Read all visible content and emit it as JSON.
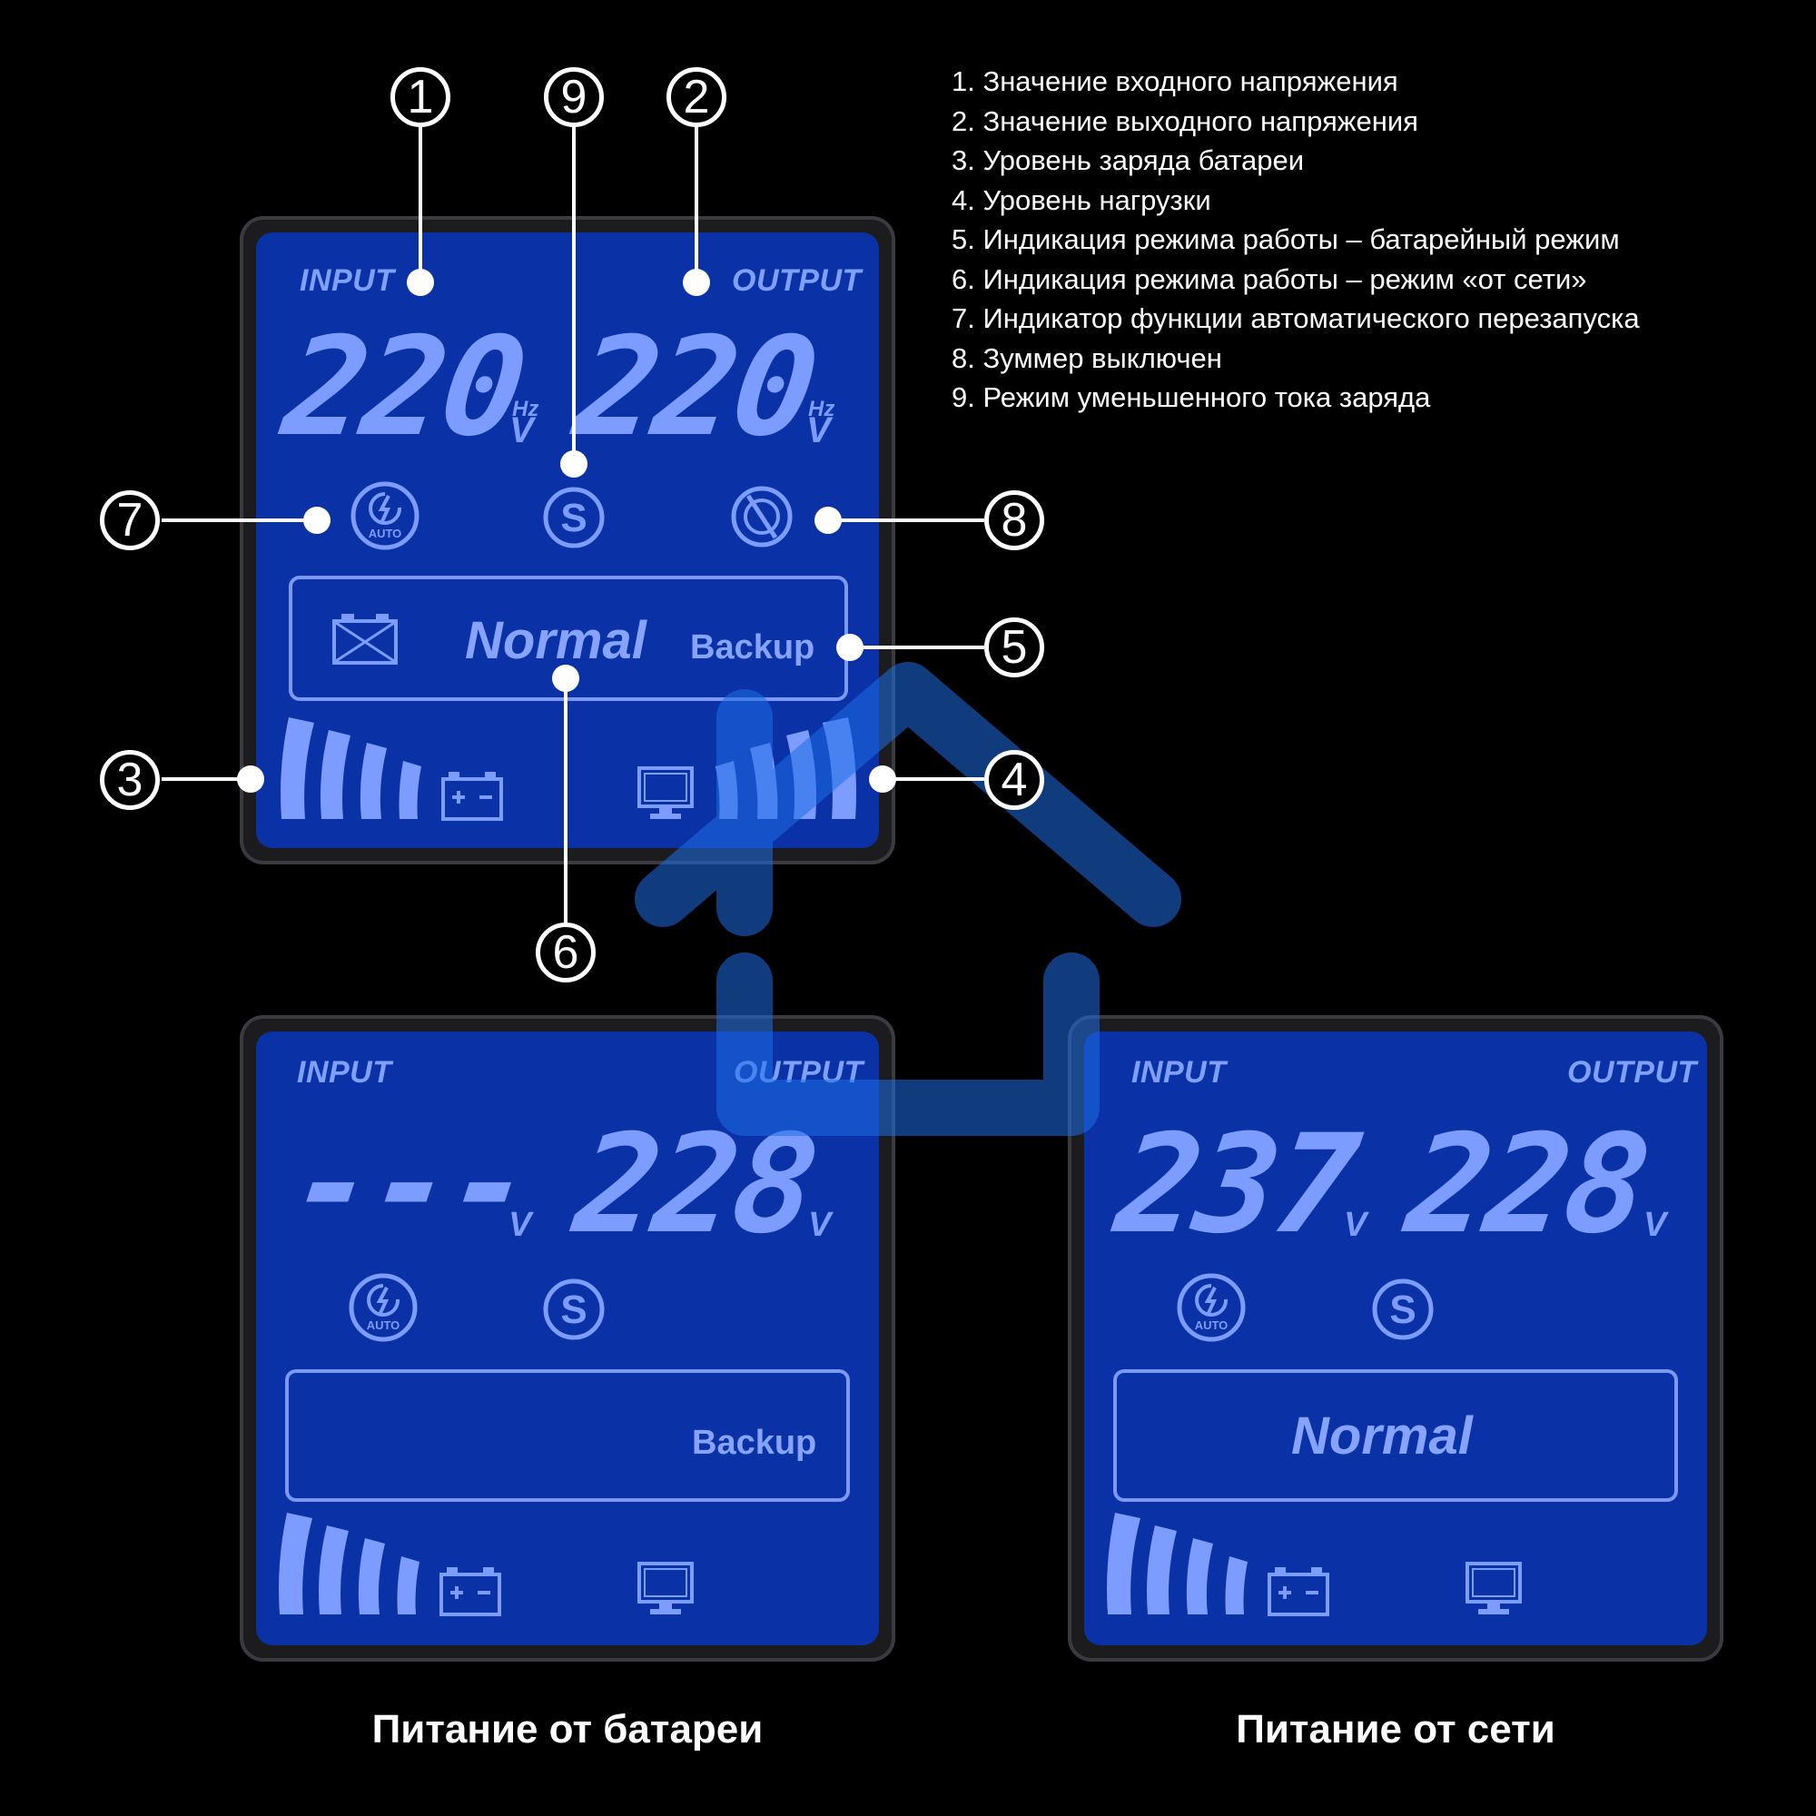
{
  "panels": {
    "main": {
      "input_label": "INPUT",
      "output_label": "OUTPUT",
      "input_value": "220",
      "output_value": "220",
      "hz_label": "Hz",
      "v_label": "V",
      "normal_label": "Normal",
      "backup_label": "Backup"
    },
    "battery": {
      "input_label": "INPUT",
      "output_label": "OUTPUT",
      "input_value": "---",
      "output_value": "228",
      "v_label": "V",
      "backup_label": "Backup"
    },
    "mains": {
      "input_label": "INPUT",
      "output_label": "OUTPUT",
      "input_value": "237",
      "output_value": "228",
      "v_label": "V",
      "normal_label": "Normal"
    }
  },
  "icons": {
    "auto_label": "AUTO",
    "s_label": "S"
  },
  "callouts": [
    "1",
    "2",
    "3",
    "4",
    "5",
    "6",
    "7",
    "8",
    "9"
  ],
  "legend": [
    "1. Значение входного напряжения",
    "2. Значение выходного напряжения",
    "3. Уровень заряда батареи",
    "4. Уровень нагрузки",
    "5. Индикация режима работы – батарейный режим",
    "6. Индикация режима работы – режим «от сети»",
    "7. Индикатор функции автоматического перезапуска",
    "8. Зуммер выключен",
    "9. Режим уменьшенного тока заряда"
  ],
  "captions": {
    "battery": "Питание от батареи",
    "mains": "Питание от сети"
  },
  "colors": {
    "lcd_background": "#0a31a6",
    "lcd_segment": "#7d9cff",
    "watermark": "#1e6ee6"
  }
}
